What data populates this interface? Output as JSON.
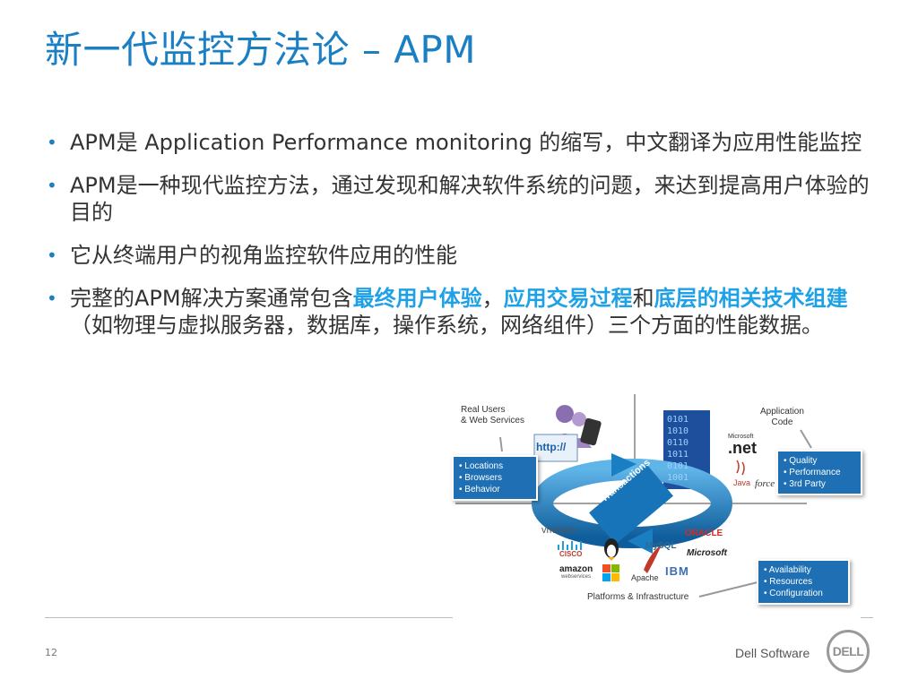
{
  "slide": {
    "title": "新一代监控方法论 – APM",
    "page_number": "12",
    "brand": "Dell Software",
    "logo_text": "DELL"
  },
  "bullets": [
    {
      "text": "APM是 Application Performance monitoring 的缩写，中文翻译为应用性能监控"
    },
    {
      "text": "APM是一种现代监控方法，通过发现和解决软件系统的问题，来达到提高用户体验的目的"
    },
    {
      "text": "它从终端用户的视角监控软件应用的性能"
    },
    {
      "prefix": "完整的APM解决方案通常包含",
      "h1": "最终用户体验",
      "sep1": "，",
      "h2": "应用交易过程",
      "sep2": "和",
      "h3": "底层的相关技术组建",
      "suffix": "（如物理与虚拟服务器，数据库，操作系统，网络组件）三个方面的性能数据。"
    }
  ],
  "diagram": {
    "label_users": [
      "Real Users",
      "& Web Services"
    ],
    "label_app": [
      "Application",
      "Code"
    ],
    "label_platforms": "Platforms  & Infrastructure",
    "box_left": [
      "Locations",
      "Browsers",
      "Behavior"
    ],
    "box_right": [
      "Quality",
      "Performance",
      "3rd Party"
    ],
    "box_bottom": [
      "Availability",
      "Resources",
      "Configuration"
    ],
    "ring_label": "Transactions",
    "http_text": "http://",
    "logos": {
      "net": ".net",
      "net_small": "Microsoft",
      "java": "Java",
      "force": "force",
      "vmware": "vmware",
      "cisco": "CISCO",
      "amazon": "amazon",
      "amazon_small": "webservices",
      "mysql": "MySQL",
      "oracle": "ORACLE",
      "microsoft": "Microsoft",
      "apache": "Apache",
      "ibm": "IBM",
      "binary": "0101 1010 0110 1011 0101 1001"
    },
    "colors": {
      "ring": "#1a7fc2",
      "box": "#1e6fb3",
      "accent": "#1ea1e6"
    }
  }
}
